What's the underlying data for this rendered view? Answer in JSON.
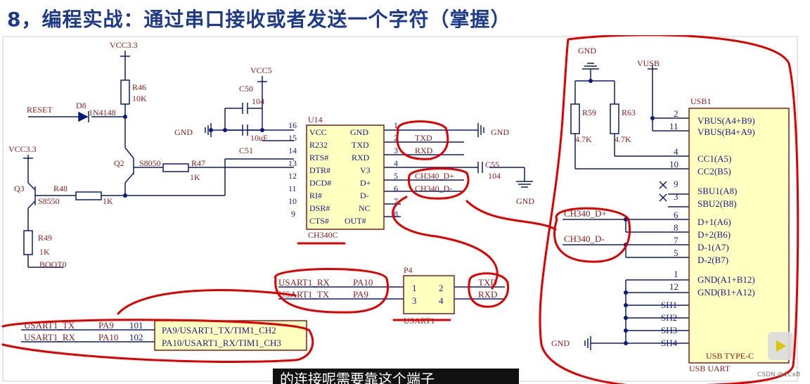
{
  "title": "8，编程实战：通过串口接收或者发送一个字符（掌握）",
  "subtitle": "的连接呢需要靠这个端子",
  "watermark": "CSDN @1CxB",
  "colors": {
    "title": "#1e3a8a",
    "wire": "#0a1a7a",
    "part": "#8b1a1a",
    "net": "#1a1a8a",
    "chip_fill": "#ffffc0",
    "annotation": "#e00000"
  },
  "power": {
    "vcc33_a": "VCC3.3",
    "vcc33_b": "VCC3.3",
    "vcc5": "VCC5",
    "gnd_top": "GND",
    "vusb": "VUSB",
    "gnd_left": "GND",
    "gnd_right": "GND",
    "gnd_c55": "GND",
    "gnd_bottom": "GND"
  },
  "parts": {
    "r46": "R46",
    "r46_val": "10K",
    "d8": "D8",
    "d8_val": "1N4148",
    "reset": "RESET",
    "q2": "Q2",
    "q2_val": "S8050",
    "r47": "R47",
    "r47_val": "1K",
    "q3": "Q3",
    "q3_val": "S8550",
    "r48": "R48",
    "r48_val": "1K",
    "r49": "R49",
    "r49_val": "1K",
    "boot0": "BOOT0",
    "c50": "C50",
    "c50_val": "104",
    "c50_val2": "10uF",
    "c51": "C51",
    "c55": "C55",
    "c55_val": "104",
    "r59": "R59",
    "r59_val": "4.7K",
    "r63": "R63",
    "r63_val": "4.7K",
    "p4": "P4",
    "usart1": "USART1"
  },
  "u14": {
    "ref": "U14",
    "name": "CH340C",
    "left_pins": [
      {
        "num": "16",
        "name": "VCC"
      },
      {
        "num": "15",
        "name": "R232"
      },
      {
        "num": "14",
        "name": "RTS#"
      },
      {
        "num": "13",
        "name": "DTR#"
      },
      {
        "num": "12",
        "name": "DCD#"
      },
      {
        "num": "11",
        "name": "RI#"
      },
      {
        "num": "10",
        "name": "DSR#"
      },
      {
        "num": "9",
        "name": "CTS#"
      }
    ],
    "right_pins": [
      {
        "num": "1",
        "name": "GND"
      },
      {
        "num": "2",
        "name": "TXD"
      },
      {
        "num": "3",
        "name": "RXD"
      },
      {
        "num": "4",
        "name": "V3"
      },
      {
        "num": "5",
        "name": "D+"
      },
      {
        "num": "6",
        "name": "D-"
      },
      {
        "num": "7",
        "name": "NC"
      },
      {
        "num": "8",
        "name": "OUT#"
      }
    ],
    "net_txd": "TXD",
    "net_rxd": "RXD",
    "net_dp": "CH340_D+",
    "net_dm": "CH340_D-"
  },
  "usb1": {
    "ref": "USB1",
    "type": "USB TYPE-C",
    "caption": "USB UART",
    "pins": [
      {
        "num": "2",
        "name": "VBUS(A4+B9)"
      },
      {
        "num": "11",
        "name": "VBUS(B4+A9)"
      },
      {
        "num": "4",
        "name": "CC1(A5)"
      },
      {
        "num": "10",
        "name": "CC2(B5)"
      },
      {
        "num": "9",
        "name": "SBU1(A8)"
      },
      {
        "num": "3",
        "name": "SBU2(B8)"
      },
      {
        "num": "6",
        "name": "D+1(A6)"
      },
      {
        "num": "8",
        "name": "D+2(B6)"
      },
      {
        "num": "7",
        "name": "D-1(A7)"
      },
      {
        "num": "5",
        "name": "D-2(B7)"
      },
      {
        "num": "1",
        "name": "GND(A1+B12)"
      },
      {
        "num": "12",
        "name": "GND(B1+A12)"
      },
      {
        "num": "",
        "name": "SH1"
      },
      {
        "num": "",
        "name": "SH2"
      },
      {
        "num": "",
        "name": "SH3"
      },
      {
        "num": "",
        "name": "SH4"
      }
    ],
    "net_dp": "CH340_D+",
    "net_dm": "CH340_D-"
  },
  "p4_block": {
    "left_rx": "USART1_RX",
    "left_rx_pin": "PA10",
    "left_tx": "USART1_TX",
    "left_tx_pin": "PA9",
    "pin1": "1",
    "pin2": "2",
    "pin3": "3",
    "pin4": "4",
    "right_txd": "TXD",
    "right_rxd": "RXD"
  },
  "mcu": {
    "tx_net": "USART1_TX",
    "tx_port": "PA9",
    "tx_num": "101",
    "rx_net": "USART1_RX",
    "rx_port": "PA10",
    "rx_num": "102",
    "tx_func": "PA9/USART1_TX/TIM1_CH2",
    "rx_func": "PA10/USART1_RX/TIM1_CH3"
  }
}
